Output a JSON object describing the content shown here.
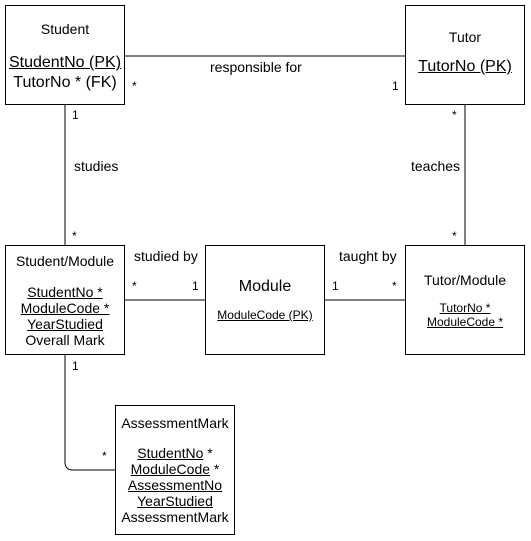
{
  "entities": {
    "student": {
      "title": "Student",
      "attrs": [
        {
          "key": "StudentNo",
          "suffix": " (PK)",
          "underline": true
        },
        {
          "key": "TutorNo",
          "suffix": " * (FK)",
          "underline": false
        }
      ]
    },
    "tutor": {
      "title": "Tutor",
      "attrs": [
        {
          "key": "TutorNo",
          "suffix": " (PK)",
          "underline": true
        }
      ]
    },
    "student_module": {
      "title": "Student/Module",
      "attrs": [
        {
          "key": "StudentNo",
          "suffix": " *",
          "underline": true
        },
        {
          "key": "ModuleCode",
          "suffix": " *",
          "underline": true
        },
        {
          "key": "YearStudied",
          "suffix": "",
          "underline": true
        },
        {
          "key": "Overall Mark",
          "suffix": "",
          "underline": false
        }
      ]
    },
    "module": {
      "title": "Module",
      "attrs": [
        {
          "key": "ModuleCode",
          "suffix": " (PK)",
          "underline": true
        }
      ]
    },
    "tutor_module": {
      "title": "Tutor/Module",
      "attrs": [
        {
          "key": "TutorNo",
          "suffix": " *",
          "underline": true
        },
        {
          "key": "ModuleCode",
          "suffix": " *",
          "underline": true
        }
      ]
    },
    "assessment_mark": {
      "title": "AssessmentMark",
      "attrs": [
        {
          "key": "StudentNo",
          "suffix": " *",
          "underline": true
        },
        {
          "key": "ModuleCode",
          "suffix": " *",
          "underline": true
        },
        {
          "key": "AssessmentNo",
          "suffix": "",
          "underline": true
        },
        {
          "key": "YearStudied",
          "suffix": "",
          "underline": true
        },
        {
          "key": "AssessmentMark",
          "suffix": "",
          "underline": false
        }
      ]
    }
  },
  "relationships": {
    "responsible_for": {
      "label": "responsible for",
      "end_student": "*",
      "end_tutor": "1"
    },
    "studies": {
      "label": "studies",
      "end_student": "1",
      "end_student_module": "*"
    },
    "teaches": {
      "label": "teaches",
      "end_tutor": "*",
      "end_tutor_module": "*"
    },
    "studied_by": {
      "label": "studied by",
      "end_student_module": "*",
      "end_module": "1"
    },
    "taught_by": {
      "label": "taught by",
      "end_module": "1",
      "end_tutor_module": "*"
    },
    "assessed": {
      "end_student_module": "1",
      "end_assessment_mark": "*"
    }
  }
}
